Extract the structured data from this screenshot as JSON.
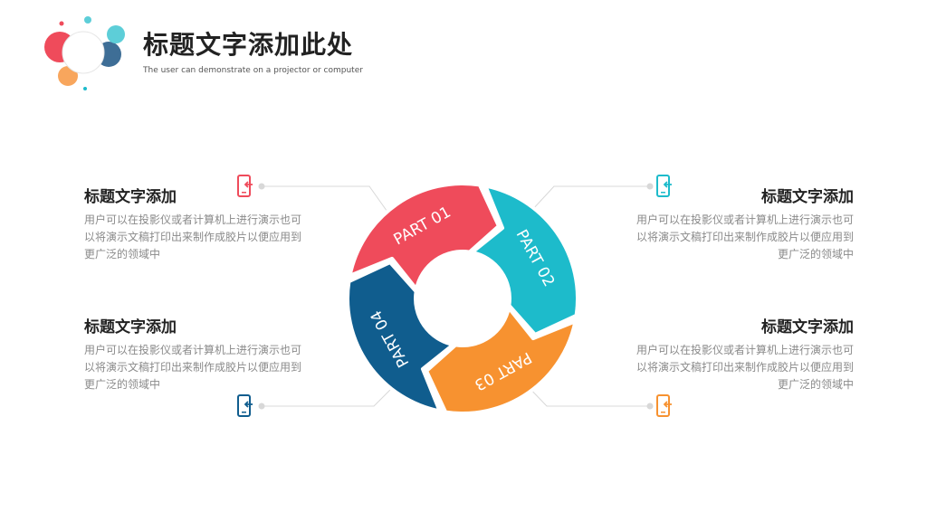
{
  "header": {
    "title": "标题文字添加此处",
    "subtitle": "The user can demonstrate on a projector or computer"
  },
  "segments": [
    {
      "label": "PART 01",
      "color": "#EF4B5B"
    },
    {
      "label": "PART 02",
      "color": "#1DBBCB"
    },
    {
      "label": "PART 03",
      "color": "#F79230"
    },
    {
      "label": "PART 04",
      "color": "#105D8E"
    }
  ],
  "blocks": [
    {
      "title": "标题文字添加",
      "body": "用户可以在投影仪或者计算机上进行演示也可以将演示文稿打印出来制作成胶片以便应用到更广泛的领域中",
      "icon": "phone-icon",
      "color": "#EF4B5B"
    },
    {
      "title": "标题文字添加",
      "body": "用户可以在投影仪或者计算机上进行演示也可以将演示文稿打印出来制作成胶片以便应用到更广泛的领域中",
      "icon": "phone-icon",
      "color": "#1DBBCB"
    },
    {
      "title": "标题文字添加",
      "body": "用户可以在投影仪或者计算机上进行演示也可以将演示文稿打印出来制作成胶片以便应用到更广泛的领域中",
      "icon": "phone-icon",
      "color": "#105D8E"
    },
    {
      "title": "标题文字添加",
      "body": "用户可以在投影仪或者计算机上进行演示也可以将演示文稿打印出来制作成胶片以便应用到更广泛的领域中",
      "icon": "phone-icon",
      "color": "#F79230"
    }
  ]
}
